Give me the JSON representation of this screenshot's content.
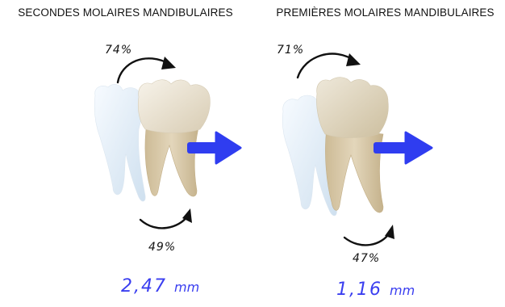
{
  "panels": [
    {
      "title": "SECONDES MOLAIRES MANDIBULAIRES",
      "top_percent": "74%",
      "bottom_percent": "49%",
      "measure_value": "2,47",
      "measure_unit": "mm"
    },
    {
      "title": "PREMIÈRES MOLAIRES MANDIBULAIRES",
      "top_percent": "71%",
      "bottom_percent": "47%",
      "measure_value": "1,16",
      "measure_unit": "mm"
    }
  ],
  "colors": {
    "arrow_blue": "#2f3df0",
    "measure_blue": "#3a3ef0",
    "ghost_tooth": "#e3eef7",
    "moved_tooth_crown": "#ece5d6",
    "moved_tooth_root": "#d9c9a8"
  }
}
